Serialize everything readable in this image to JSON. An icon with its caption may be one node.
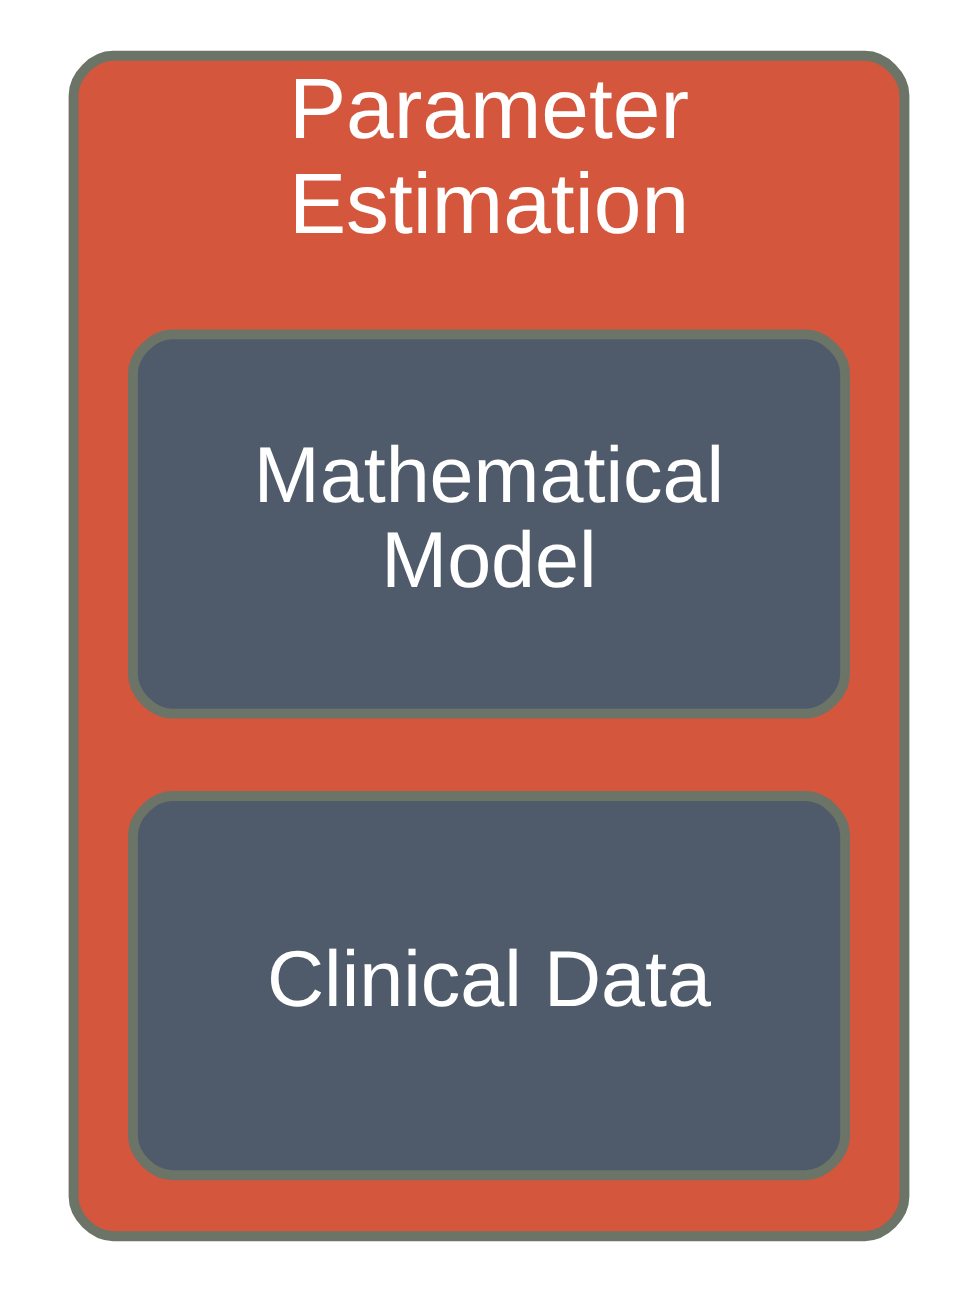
{
  "diagram": {
    "nodes": [
      {
        "text": [
          "Parameter Estimation"
        ]
      },
      {
        "text": [
          "Mathematical Model"
        ],
        "in": 0
      },
      {
        "text": [
          "Clinical Data"
        ],
        "in": 0
      }
    ]
  }
}
